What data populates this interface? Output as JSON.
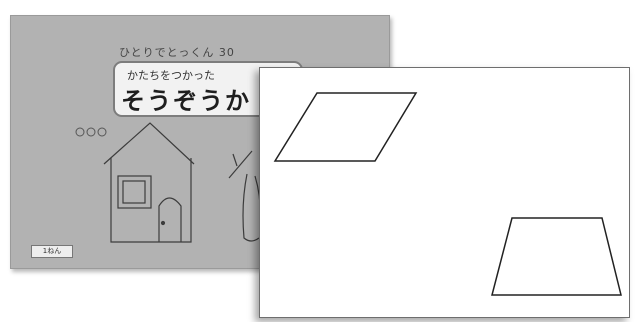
{
  "back_card": {
    "header": "ひとりでとっくん 30",
    "title_sub": "かたちをつかった",
    "title_main": "そうぞうか",
    "page_badge": "1ねん"
  }
}
